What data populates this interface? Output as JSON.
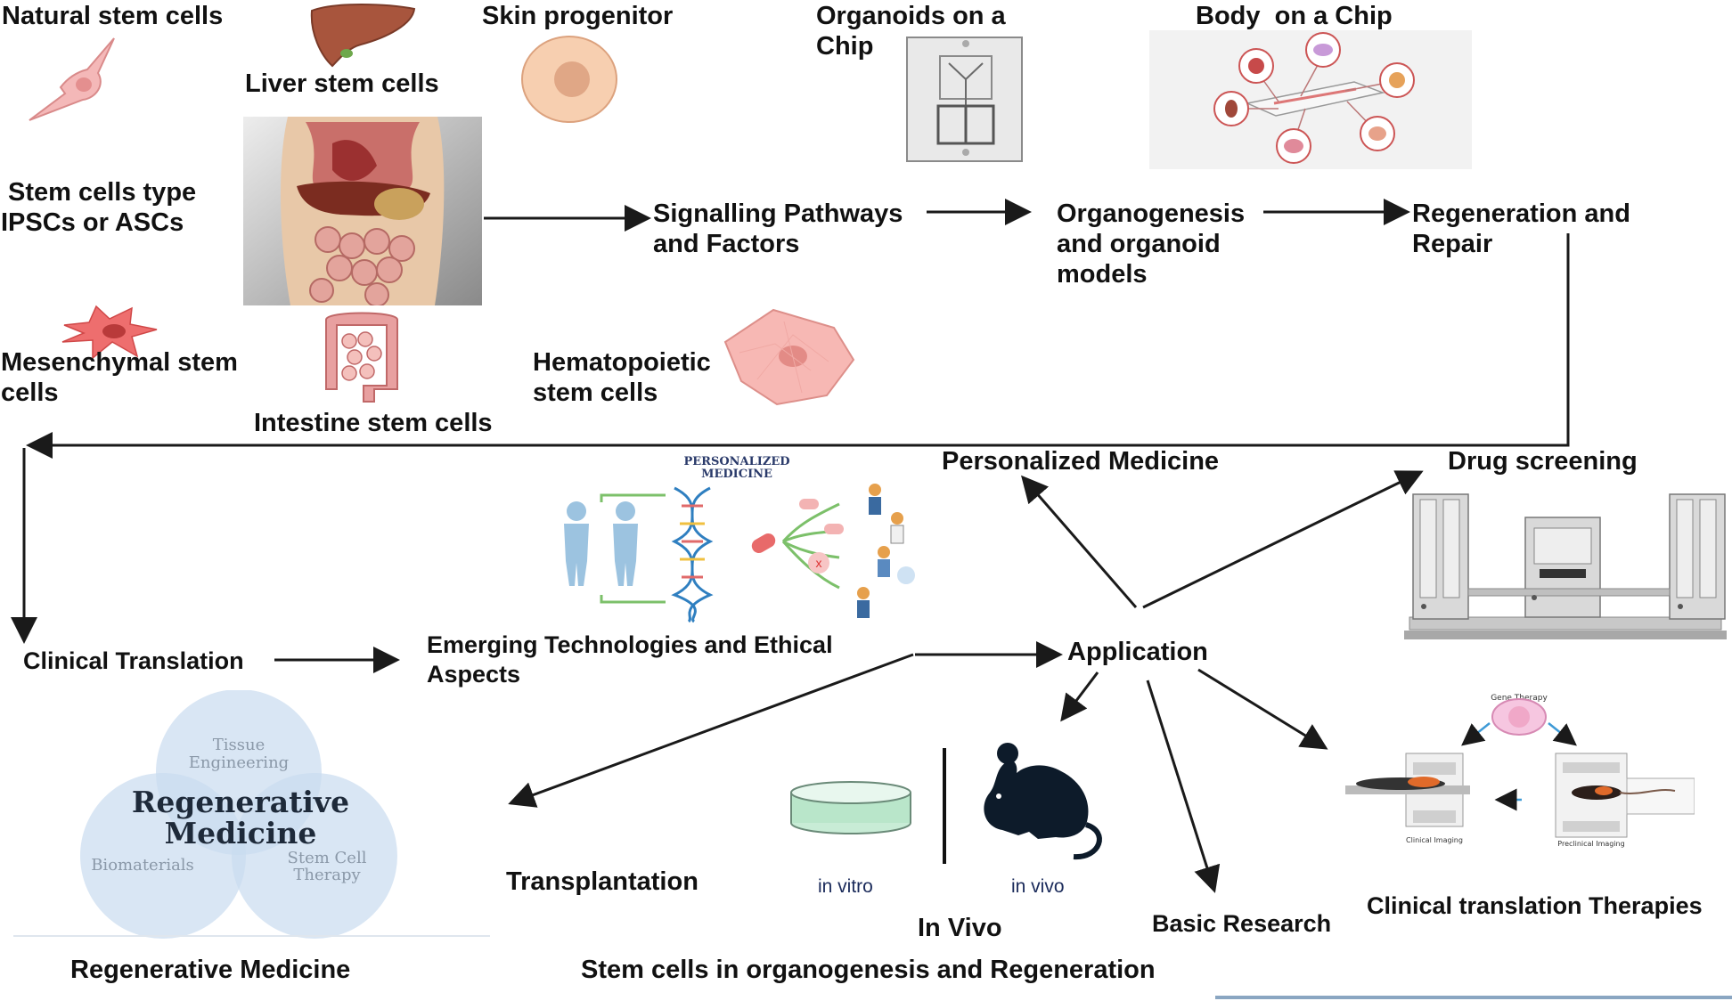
{
  "labels": {
    "natural_stem_cells": "Natural stem cells",
    "liver_stem_cells": "Liver stem cells",
    "skin_progenitor": "Skin progenitor",
    "organoids_on_chip_line1": "Organoids on a",
    "organoids_on_chip_line2": "Chip",
    "body_on_chip": "Body  on a Chip",
    "stem_cells_type_line1": "Stem cells type",
    "stem_cells_type_line2": "IPSCs or ASCs",
    "signalling_line1": "Signalling Pathways",
    "signalling_line2": "and Factors",
    "organogenesis_line1": "Organogenesis",
    "organogenesis_line2": "and organoid",
    "organogenesis_line3": "models",
    "regeneration_line1": "Regeneration and",
    "regeneration_line2": "Repair",
    "mesenchymal_line1": "Mesenchymal stem",
    "mesenchymal_line2": "cells",
    "hematopoietic_line1": "Hematopoietic",
    "hematopoietic_line2": "stem cells",
    "intestine_stem_cells": "Intestine stem cells",
    "personalized_medicine": "Personalized Medicine",
    "drug_screening": "Drug screening",
    "clinical_translation": "Clinical Translation",
    "emerging_line1": "Emerging Technologies and Ethical",
    "emerging_line2": "Aspects",
    "application": "Application",
    "transplantation": "Transplantation",
    "in_vitro": "in vitro",
    "in_vivo_small": "in vivo",
    "in_vivo": "In Vivo",
    "basic_research": "Basic Research",
    "clinical_translation_therapies": "Clinical translation Therapies",
    "regenerative_medicine": "Regenerative Medicine",
    "footer_title": "Stem cells in organogenesis and Regeneration"
  },
  "personalized_graphic": {
    "title_line1": "PERSONALIZED",
    "title_line2": "MEDICINE"
  },
  "venn": {
    "tissue_line1": "Tissue",
    "tissue_line2": "Engineering",
    "center_line1": "Regenerative",
    "center_line2": "Medicine",
    "biomaterials": "Biomaterials",
    "stem_cell_line1": "Stem Cell",
    "stem_cell_line2": "Therapy"
  },
  "imaging_graphic": {
    "gene_therapy": "Gene Therapy",
    "clinical_imaging": "Clinical Imaging",
    "preclinical_imaging": "Preclinical Imaging"
  },
  "colors": {
    "arrow": "#1a1a1a",
    "cell_pink": "#f4b8b8",
    "skin_cell": "#f7cfb0",
    "intestine": "#e8a0a0",
    "venn_blue": "#c9dcf0",
    "dna_blue": "#7fb0d8",
    "mouse": "#0d1b2a"
  },
  "icons": [
    "natural-stem-cell-icon",
    "liver-icon",
    "skin-progenitor-cell-icon",
    "organoid-chip-icon",
    "body-on-chip-icon",
    "anatomy-torso-image",
    "mesenchymal-cell-icon",
    "intestine-icon",
    "hematopoietic-cell-icon",
    "personalized-medicine-graphic",
    "drug-screening-machine-icon",
    "petri-dish-icon",
    "mouse-icon",
    "imaging-graphic",
    "venn-diagram"
  ]
}
